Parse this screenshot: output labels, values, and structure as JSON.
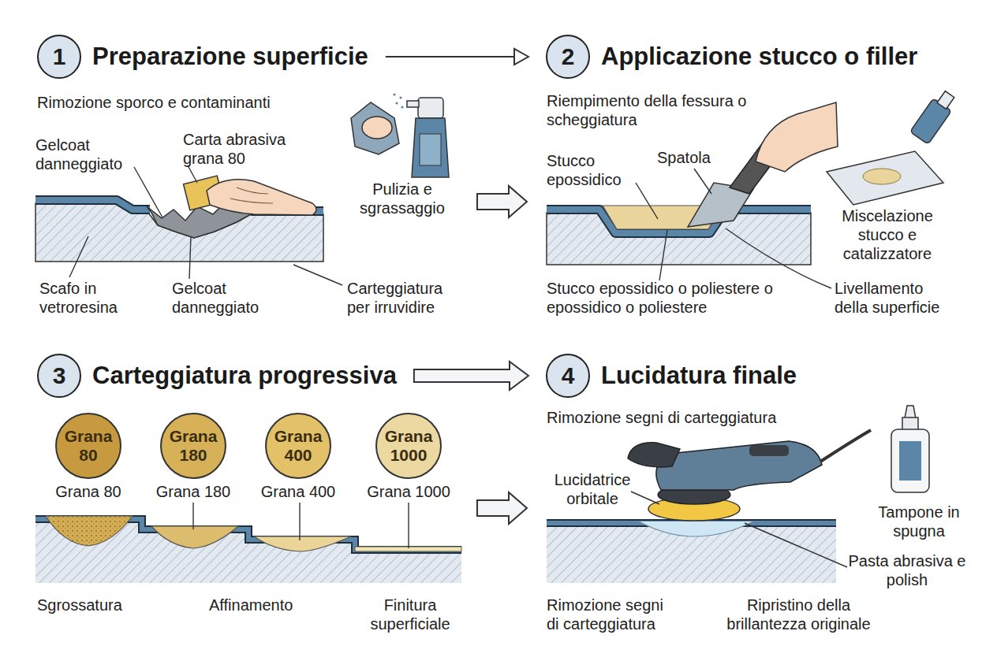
{
  "diagram": {
    "nodes": [
      {
        "text": [
          "1",
          "Preparazione superficie"
        ]
      },
      {
        "text": [
          "2",
          "Applicazione stucco o filler"
        ]
      },
      {
        "text": [
          "3",
          "Carteggiatura progressiva"
        ]
      },
      {
        "text": [
          "4",
          "Lucidatura finale"
        ]
      },
      {
        "text": [
          "Grana 80"
        ]
      },
      {
        "text": [
          "Grana 180"
        ]
      },
      {
        "text": [
          "Grana 400"
        ]
      },
      {
        "text": [
          "Grana 1000"
        ]
      }
    ],
    "edges": [
      {
        "from": 0,
        "to": 1,
        "arrow": "to"
      },
      {
        "from": 2,
        "to": 3,
        "arrow": "to"
      }
    ],
    "labels": [
      "Rimozione sporco e contaminanti",
      "Gelcoat danneggiato",
      "Carta abrasiva grana 80",
      "Pulizia e sgrassaggio",
      "Scafo in vetroresina",
      "Gelcoat danneggiato",
      "Carteggiatura per irruvidire",
      "Riempimento della fessura o scheggiatura",
      "Stucco epossidico",
      "Spatola",
      "Miscelazione stucco e catalizzatore",
      "Stucco epossidico o poliestere o epossidico o poliestere",
      "Livellamento della superficie",
      "Grana 80",
      "Grana 180",
      "Grana 400",
      "Grana 1000",
      "Sgrossatura",
      "Affinamento",
      "Finitura superficiale",
      "Rimozione segni di carteggiatura",
      "Lucidatrice orbitale",
      "Tampone in spugna",
      "Pasta abrasiva e polish",
      "Rimozione segni di carteggiatura",
      "Ripristino della brillantezza originale"
    ]
  }
}
